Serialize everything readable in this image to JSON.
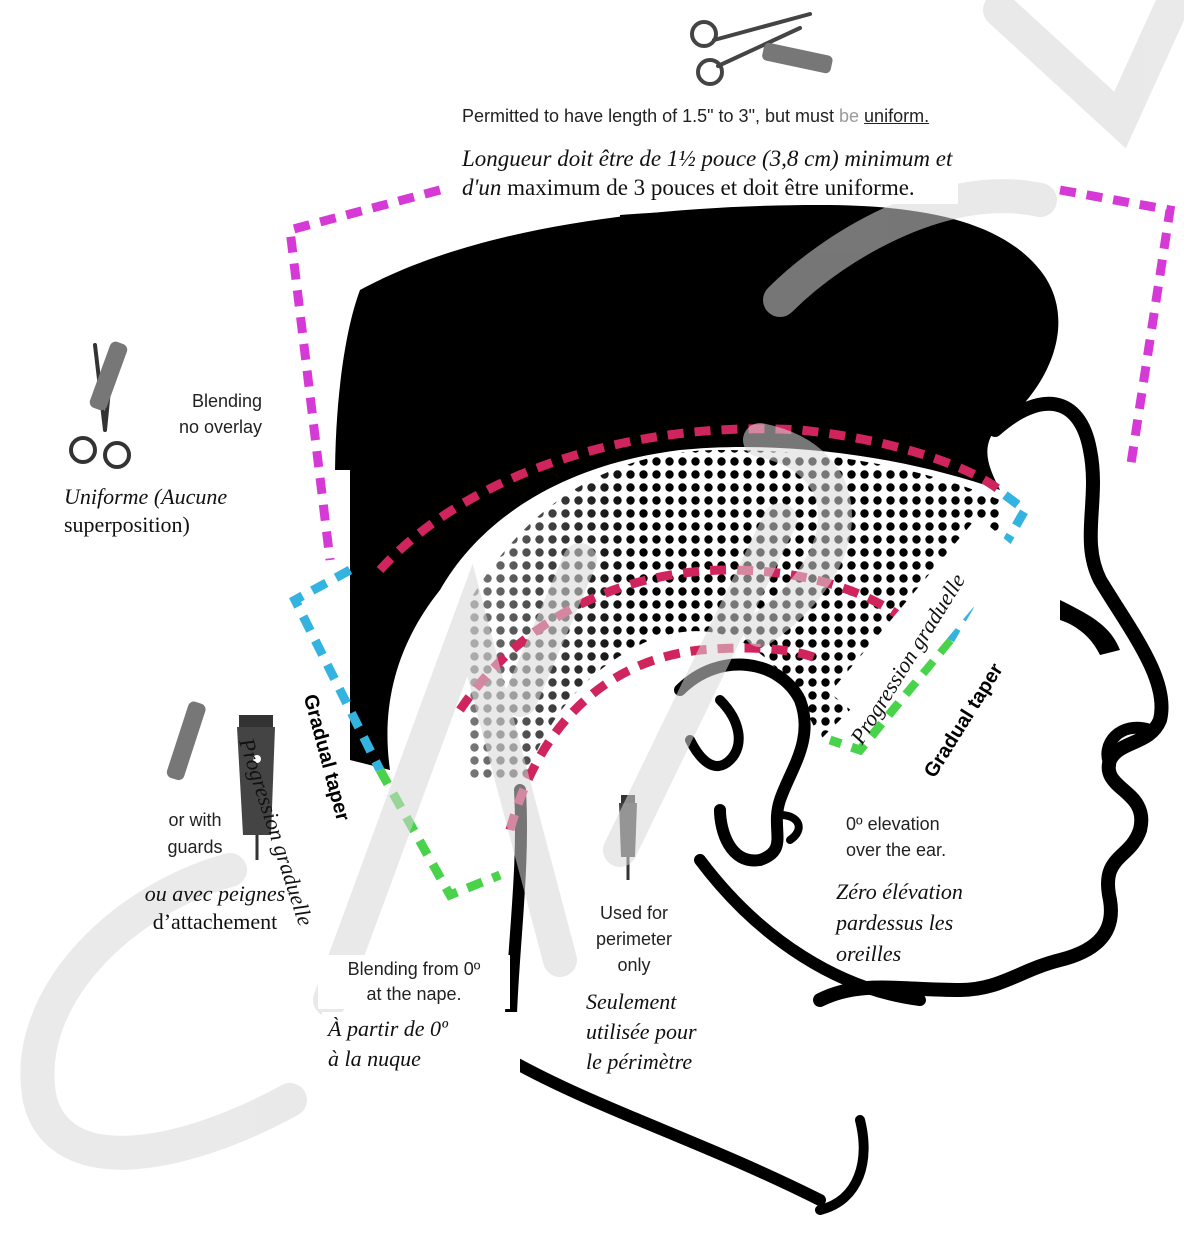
{
  "top": {
    "en_prefix": "Permitted to have length of 1.5\" to 3\", but must ",
    "en_be": "be",
    "en_uniform": "uniform.",
    "fr_line1": "Longueur doit être de 1½ pouce (3,8 cm) minimum et",
    "fr_line2_it": "d'un",
    "fr_line2_rest": " maximum de 3 pouces et doit être uniforme."
  },
  "left_blend": {
    "en_line1": "Blending",
    "en_line2": "no overlay",
    "fr_line1": "Uniforme (Aucune",
    "fr_line2": "superposition)"
  },
  "left_guards": {
    "en_line1": "or with",
    "en_line2": "guards",
    "fr_line1": "ou avec peignes",
    "fr_line2": "d’attachement"
  },
  "left_taper": {
    "progression": "Progression graduelle",
    "gradual": "Gradual taper"
  },
  "right_taper": {
    "progression": "Progression graduelle",
    "gradual": "Gradual taper"
  },
  "nape": {
    "en_line1": "Blending from 0º",
    "en_line2": "at the nape.",
    "fr_line1": "À partir de 0º",
    "fr_line2": "à la nuque"
  },
  "perimeter": {
    "en_line1": "Used for",
    "en_line2": "perimeter",
    "en_line3": "only",
    "fr_line1": "Seulement",
    "fr_line2": "utilisée pour",
    "fr_line3": "le périmètre"
  },
  "ear": {
    "en_line1": "0º elevation",
    "en_line2": "over the ear.",
    "fr_line1": "Zéro élévation",
    "fr_line2": "pardessus les",
    "fr_line3": "oreilles"
  },
  "colors": {
    "magenta": "#d63ad6",
    "crimson": "#d0245c",
    "cyan": "#33b3e0",
    "green": "#49d34a",
    "hair": "#000000",
    "tool": "#555555",
    "watermark": "#d8d8d8"
  },
  "icons": {
    "scissors_top": "scissors-icon",
    "comb_top": "comb-icon",
    "scissors_left": "scissors-icon",
    "comb_left": "comb-icon",
    "comb_guards": "comb-icon",
    "clipper_guards": "clipper-icon",
    "trimmer": "trimmer-icon"
  }
}
